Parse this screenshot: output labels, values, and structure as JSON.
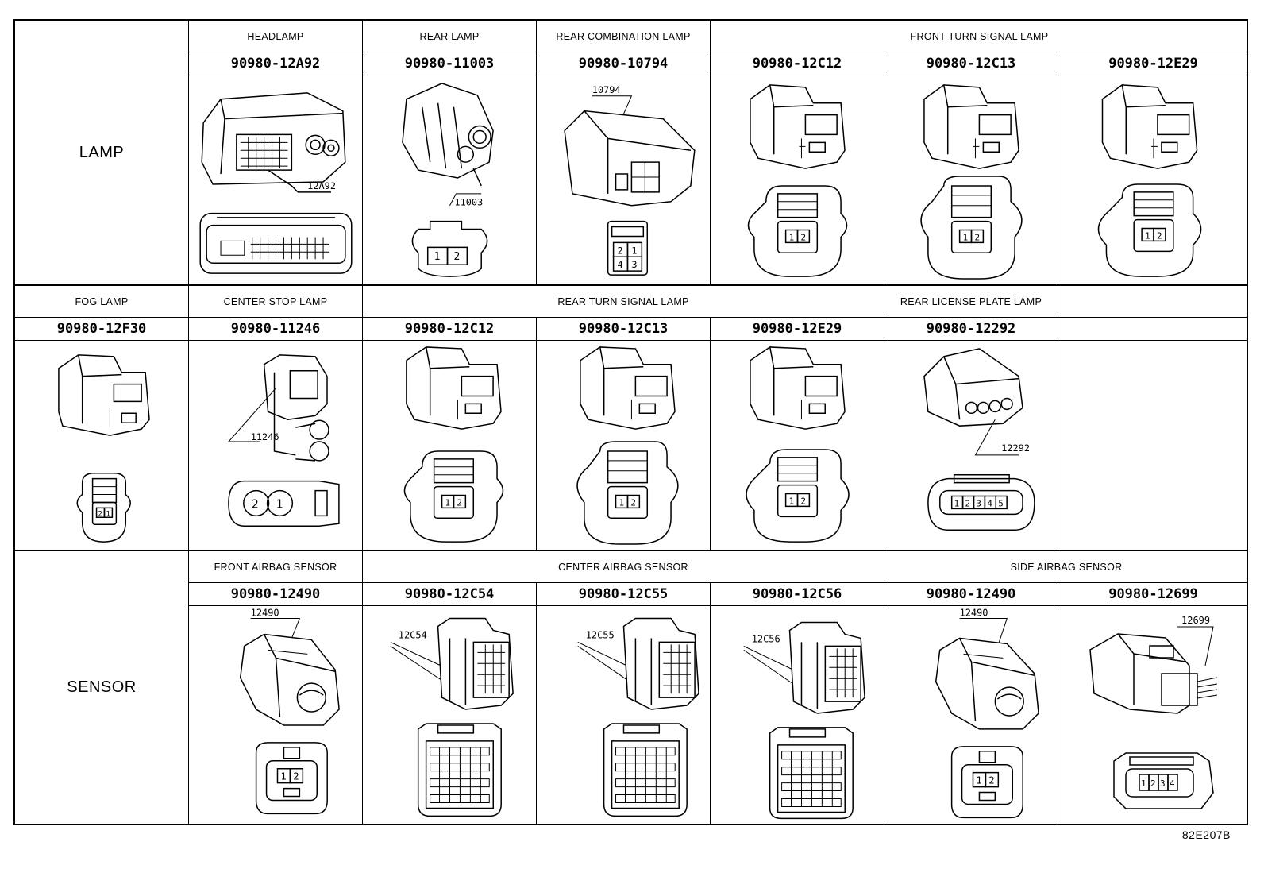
{
  "sections": [
    {
      "category": "LAMP",
      "groups": [
        {
          "label": "HEADLAMP"
        },
        {
          "label": "REAR LAMP"
        },
        {
          "label": "REAR COMBINATION LAMP"
        },
        {
          "label": "FRONT TURN SIGNAL LAMP"
        }
      ],
      "connectors": [
        {
          "part": "90980-12A92",
          "callout": "12A92",
          "shape": "large-multipin",
          "pins": []
        },
        {
          "part": "90980-11003",
          "callout": "11003",
          "shape": "round-2pin",
          "pins": [
            "1",
            "2"
          ]
        },
        {
          "part": "90980-10794",
          "callout": "10794",
          "shape": "square-4pin",
          "pins": [
            "2",
            "1",
            "4",
            "3"
          ]
        },
        {
          "part": "90980-12C12",
          "callout": "",
          "shape": "locking-2pin",
          "pins": [
            "1",
            "2"
          ]
        },
        {
          "part": "90980-12C13",
          "callout": "",
          "shape": "locking-2pin",
          "pins": [
            "1",
            "2"
          ]
        },
        {
          "part": "90980-12E29",
          "callout": "",
          "shape": "locking-2pin",
          "pins": [
            "1",
            "2"
          ]
        }
      ]
    },
    {
      "category": "",
      "groups": [
        {
          "label": "FOG LAMP"
        },
        {
          "label": "CENTER STOP LAMP"
        },
        {
          "label": "REAR TURN SIGNAL LAMP"
        },
        {
          "label": "REAR LICENSE PLATE LAMP"
        },
        {
          "label": ""
        }
      ],
      "connectors": [
        {
          "part": "90980-12F30",
          "callout": "",
          "shape": "small-2pin",
          "pins": [
            "2",
            "1"
          ]
        },
        {
          "part": "90980-11246",
          "callout": "11246",
          "shape": "twin-round-2pin",
          "pins": [
            "2",
            "1"
          ]
        },
        {
          "part": "90980-12C12",
          "callout": "",
          "shape": "locking-2pin",
          "pins": [
            "1",
            "2"
          ]
        },
        {
          "part": "90980-12C13",
          "callout": "",
          "shape": "locking-2pin",
          "pins": [
            "1",
            "2"
          ]
        },
        {
          "part": "90980-12E29",
          "callout": "",
          "shape": "locking-2pin",
          "pins": [
            "1",
            "2"
          ]
        },
        {
          "part": "90980-12292",
          "callout": "12292",
          "shape": "oval-5pin",
          "pins": [
            "1",
            "2",
            "3",
            "4",
            "5"
          ]
        },
        {
          "part": "",
          "callout": "",
          "shape": "empty",
          "pins": []
        }
      ]
    },
    {
      "category": "SENSOR",
      "groups": [
        {
          "label": "FRONT AIRBAG SENSOR"
        },
        {
          "label": "CENTER AIRBAG SENSOR"
        },
        {
          "label": "SIDE AIRBAG SENSOR"
        }
      ],
      "connectors": [
        {
          "part": "90980-12490",
          "callout": "12490",
          "shape": "airbag-2pin",
          "pins": [
            "1",
            "2"
          ]
        },
        {
          "part": "90980-12C54",
          "callout": "12C54",
          "shape": "airbag-multipin",
          "pins": []
        },
        {
          "part": "90980-12C55",
          "callout": "12C55",
          "shape": "airbag-multipin",
          "pins": []
        },
        {
          "part": "90980-12C56",
          "callout": "12C56",
          "shape": "airbag-multipin",
          "pins": []
        },
        {
          "part": "90980-12490",
          "callout": "12490",
          "shape": "airbag-2pin",
          "pins": [
            "1",
            "2"
          ]
        },
        {
          "part": "90980-12699",
          "callout": "12699",
          "shape": "wired-4pin",
          "pins": [
            "1",
            "2",
            "3",
            "4"
          ]
        }
      ]
    }
  ],
  "figure_code": "82E207B"
}
